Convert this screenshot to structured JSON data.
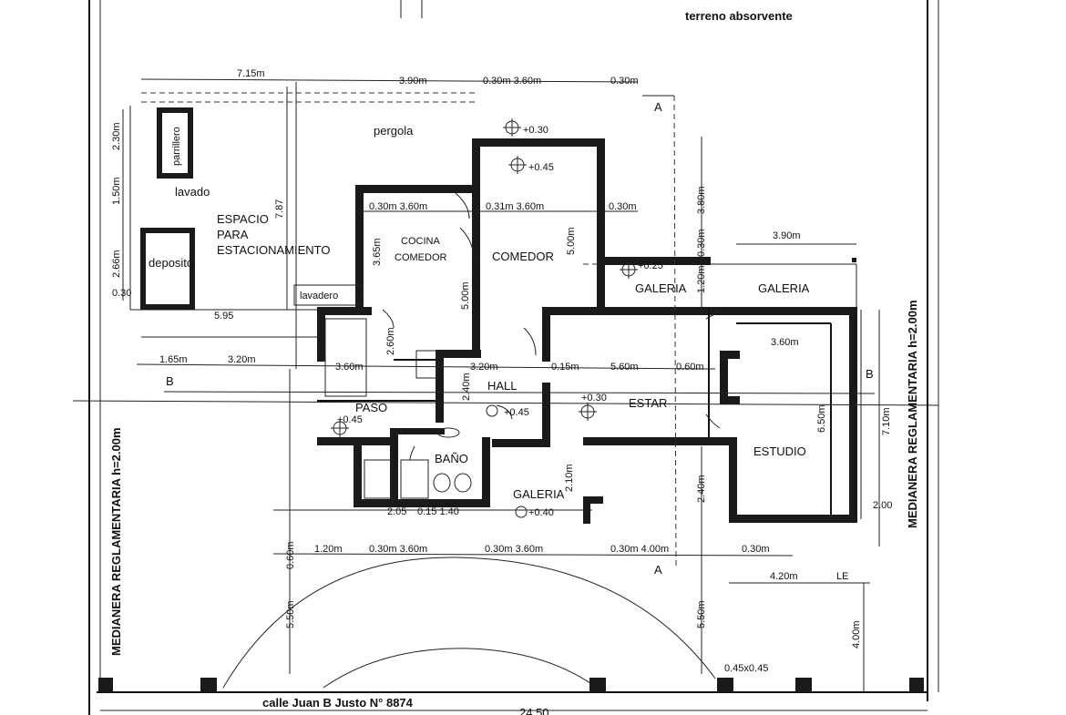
{
  "header": {
    "terrain_label": "terreno absorvente"
  },
  "footer": {
    "street_label": "calle Juan B Justo N° 8874",
    "total_width": "24.50"
  },
  "side_labels": {
    "left": "MEDIANERA REGLAMENTARIA h=2.00m",
    "right": "MEDIANERA REGLAMENTARIA h=2.00m"
  },
  "rooms": {
    "parrillero": "parrillero",
    "lavado": "lavado",
    "deposito": "deposito",
    "estacionamiento_1": "ESPACIO",
    "estacionamiento_2": "PARA",
    "estacionamiento_3": "ESTACIONAMIENTO",
    "pergola": "pergola",
    "cocina_1": "COCINA",
    "cocina_2": "COMEDOR",
    "comedor": "COMEDOR",
    "lavadero": "lavadero",
    "hall": "HALL",
    "paso": "PASO",
    "bano": "BAÑO",
    "estar": "ESTAR",
    "estudio": "ESTUDIO",
    "galeria_front": "GALERIA",
    "galeria_back_1": "GALERIA",
    "galeria_back_2": "GALERIA"
  },
  "levels": {
    "comedor_top": "+0.30",
    "comedor_mid": "+0.45",
    "galeria_back": "+0.25",
    "hall": "+0.45",
    "estar": "+0.30",
    "paso": "+0.45",
    "galeria_front": "+0.40"
  },
  "section_marks": {
    "a_top": "A",
    "a_bottom": "A",
    "b_left": "B",
    "b_right": "B"
  },
  "dims": {
    "top_715": "7.15m",
    "top_390": "3.90m",
    "top_030_360": "0.30m 3.60m",
    "top_030": "0.30m",
    "left_230": "2.30m",
    "left_150": "1.50m",
    "left_266": "2.66m",
    "left_030": "0.30",
    "d_595": "5.95",
    "d_787": "7.87",
    "d_165": "1.65m",
    "d_320": "3.20m",
    "kit_030_360": "0.30m 3.60m",
    "com_031_360": "0.31m 3.60m",
    "com_030": "0.30m",
    "d_365": "3.65m",
    "d_500a": "5.00m",
    "d_500b": "5.00m",
    "d_380": "3.80m",
    "d_390g": "3.90m",
    "d_030v": "0.30m",
    "d_120": "1.20m",
    "d_360m": "3.60m",
    "d_320h": "3.20m",
    "d_015m": "0.15m",
    "d_560": "5.60m",
    "d_060": "0.60m",
    "d_360e": "3.60m",
    "d_650": "6.50m",
    "d_710": "7.10m",
    "d_240": "2.40m",
    "d_260": "2.60m",
    "d_210": "2.10m",
    "d_240b": "2.40m",
    "b_205": "2.05",
    "b_015_140": "0.15  1.40",
    "bot_120": "1.20m",
    "bot_030_360a": "0.30m 3.60m",
    "bot_030_360b": "0.30m  3.60m",
    "bot_030_400": "0.30m  4.00m",
    "bot_030": "0.30m",
    "bot_420": "4.20m",
    "le": "LE",
    "d_060v": "0.60m",
    "d_550a": "5.50m",
    "d_550b": "5.50m",
    "d_400": "4.00m",
    "col": "0.45x0.45",
    "right_2": "2.00"
  }
}
